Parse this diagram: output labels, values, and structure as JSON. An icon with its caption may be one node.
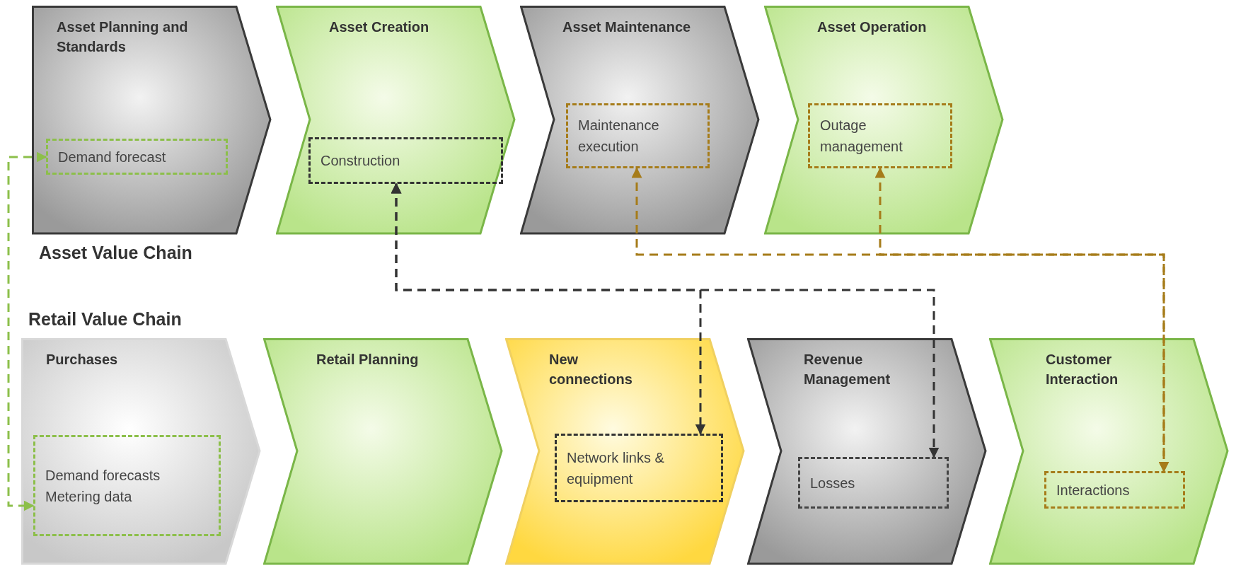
{
  "diagram": {
    "nodes": [
      {
        "text": [
          "Asset Planning and Standards"
        ]
      },
      {
        "text": [
          "Demand forecast"
        ],
        "in": 0
      },
      {
        "text": [
          "Asset Creation"
        ]
      },
      {
        "text": [
          "Construction"
        ],
        "in": 2
      },
      {
        "text": [
          "Asset Maintenance"
        ]
      },
      {
        "text": [
          "Maintenance execution"
        ],
        "in": 4
      },
      {
        "text": [
          "Asset Operation"
        ]
      },
      {
        "text": [
          "Outage management"
        ],
        "in": 6
      },
      {
        "text": [
          "Purchases"
        ]
      },
      {
        "text": [
          "Demand forecasts",
          "Metering data"
        ],
        "in": 8
      },
      {
        "text": [
          "Retail Planning"
        ]
      },
      {
        "text": [
          "New connections"
        ]
      },
      {
        "text": [
          "Network links & equipment"
        ],
        "in": 11
      },
      {
        "text": [
          "Revenue Management"
        ]
      },
      {
        "text": [
          "Losses"
        ],
        "in": 13
      },
      {
        "text": [
          "Customer Interaction"
        ]
      },
      {
        "text": [
          "Interactions"
        ],
        "in": 15
      }
    ],
    "edges": [
      {
        "from": 1,
        "to": 9,
        "arrow": "both",
        "style": "dashed",
        "color": "#8cbf4a"
      },
      {
        "from": 3,
        "to": 12,
        "arrow": "both",
        "style": "dashed",
        "color": "#333333"
      },
      {
        "from": 3,
        "to": 14,
        "arrow": "both",
        "style": "dashed",
        "color": "#333333"
      },
      {
        "from": 5,
        "to": 16,
        "arrow": "both",
        "style": "dashed",
        "color": "#a67c1a"
      },
      {
        "from": 7,
        "to": 16,
        "arrow": "both",
        "style": "dashed",
        "color": "#a67c1a"
      }
    ],
    "labels": [
      "Asset Value Chain",
      "Retail Value Chain"
    ]
  }
}
